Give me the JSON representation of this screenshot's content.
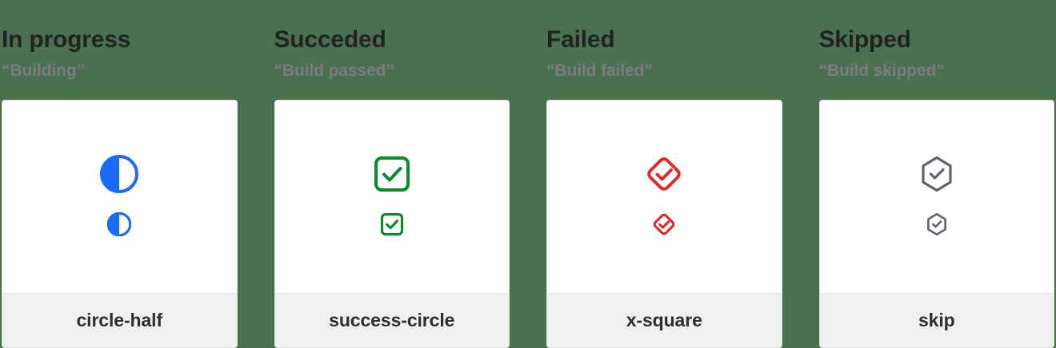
{
  "page": {
    "background_color": "#4a7050"
  },
  "columns": [
    {
      "title": "In progress",
      "subtitle": "“Building”",
      "icon_name": "circle-half-icon",
      "icon_color": "#1a6bf5",
      "label": "circle-half"
    },
    {
      "title": "Succeded",
      "subtitle": "“Build passed”",
      "icon_name": "success-circle-icon",
      "icon_color": "#0a8a2a",
      "label": "success-circle"
    },
    {
      "title": "Failed",
      "subtitle": "“Build failed”",
      "icon_name": "x-square-icon",
      "icon_color": "#e02a2a",
      "label": "x-square"
    },
    {
      "title": "Skipped",
      "subtitle": "“Build skipped”",
      "icon_name": "skip-icon",
      "icon_color": "#5b6270",
      "label": "skip"
    }
  ]
}
